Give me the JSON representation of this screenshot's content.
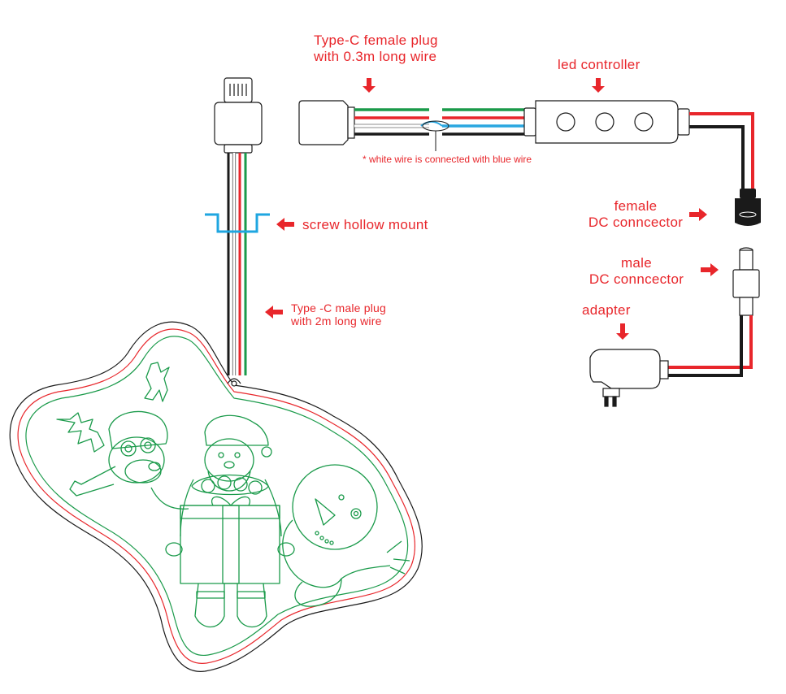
{
  "labels": {
    "typec_female_l1": "Type-C female plug",
    "typec_female_l2": "with 0.3m long wire",
    "led_controller": "led controller",
    "white_wire_note": "* white wire is connected with blue wire",
    "screw_mount": "screw hollow mount",
    "typec_male_l1": "Type -C  male plug",
    "typec_male_l2": "with 2m long wire",
    "female_dc_l1": "female",
    "female_dc_l2": "DC conncector",
    "male_dc_l1": "male",
    "male_dc_l2": "DC conncector",
    "adapter": "adapter"
  },
  "colors": {
    "label": "#e8262b",
    "wire_green": "#1a9a4a",
    "wire_red": "#e8262b",
    "wire_blue": "#2aa7e0",
    "wire_black": "#1a1a1a",
    "mount": "#1fa6e0",
    "outline_green": "#1a9a4a",
    "outline_red": "#e8262b",
    "outline_black": "#1a1a1a"
  }
}
